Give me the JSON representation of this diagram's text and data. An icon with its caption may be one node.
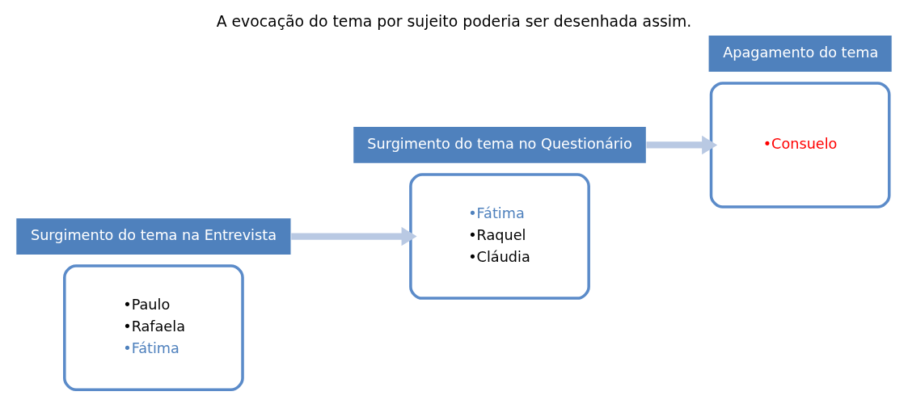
{
  "diagram": {
    "title": "A evocação do tema por sujeito poderia ser desenhada assim.",
    "nodes": [
      {
        "text": [
          "•Paulo",
          "•Rafaela",
          "•Fátima"
        ]
      },
      {
        "text": [
          "Surgimento do tema na Entrevista"
        ]
      },
      {
        "text": [
          "Surgimento do tema no Questionário"
        ]
      },
      {
        "text": [
          "•Fátima",
          "•Raquel",
          "•Cláudia"
        ]
      },
      {
        "text": [
          "•Consuelo"
        ]
      },
      {
        "text": [
          "Apagamento do tema"
        ]
      }
    ],
    "edges": [
      {
        "from": 1,
        "to": 3,
        "arrow": "to"
      },
      {
        "from": 2,
        "to": 4,
        "arrow": "to"
      }
    ]
  }
}
